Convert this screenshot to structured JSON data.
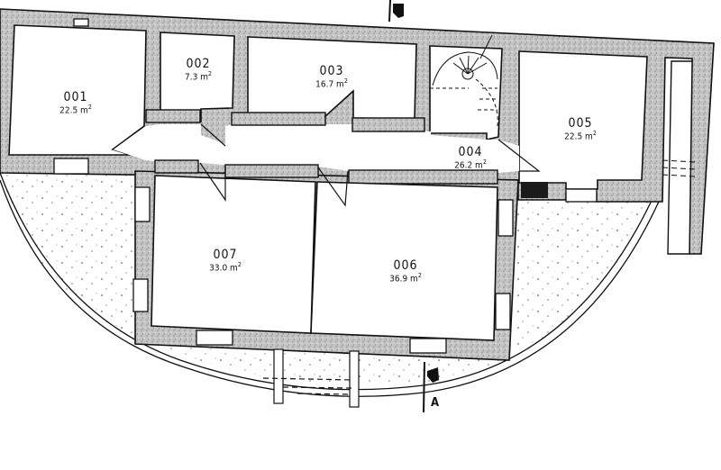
{
  "drawing": {
    "type": "floor plan",
    "colors": {
      "wall_fill": "#bdbdbd",
      "line": "#111111",
      "background": "#ffffff",
      "garden_dots": "#555555"
    },
    "section_marker": {
      "label": "A"
    }
  },
  "rooms": [
    {
      "id": "001",
      "area": "22.5",
      "unit": "m",
      "sup": "2"
    },
    {
      "id": "002",
      "area": "7.3",
      "unit": "m",
      "sup": "2"
    },
    {
      "id": "003",
      "area": "16.7",
      "unit": "m",
      "sup": "2"
    },
    {
      "id": "004",
      "area": "26.2",
      "unit": "m",
      "sup": "2"
    },
    {
      "id": "005",
      "area": "22.5",
      "unit": "m",
      "sup": "2"
    },
    {
      "id": "006",
      "area": "36.9",
      "unit": "m",
      "sup": "2"
    },
    {
      "id": "007",
      "area": "33.0",
      "unit": "m",
      "sup": "2"
    }
  ]
}
